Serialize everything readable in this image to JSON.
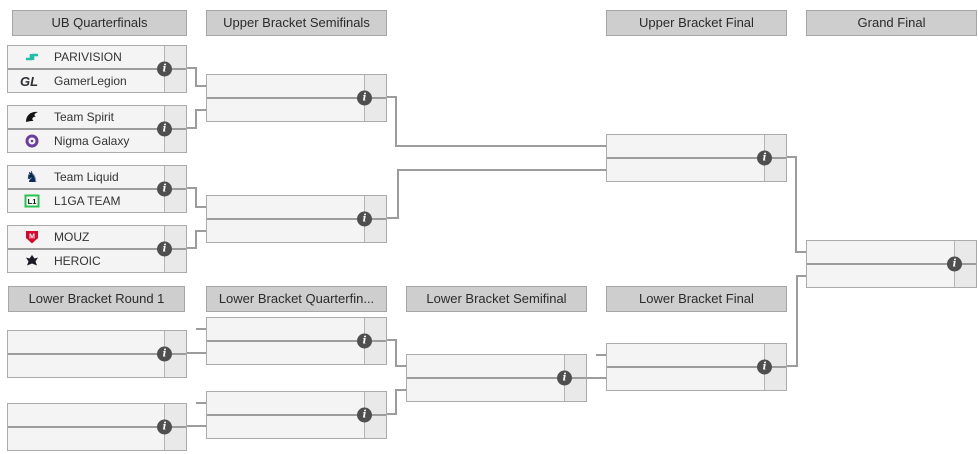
{
  "icons": {
    "info": "i"
  },
  "colors": {
    "header_bg": "#cecece",
    "match_bg": "#f4f4f4",
    "score_cell_bg": "#e9e9e9",
    "border": "#ababab",
    "connector": "#9c9c9c",
    "info_icon_bg": "#4f4f4f",
    "parivision": "#1fc0a7",
    "gamerlegion": "#2f2f35",
    "team_spirit": "#141414",
    "nigma_galaxy": "#6b3fa0",
    "team_liquid": "#0a2b57",
    "l1ga_team": "#29c24e",
    "mouz": "#d6082e",
    "heroic": "#1a1a24"
  },
  "headers": {
    "ub_quarterfinals": "UB Quarterfinals",
    "ub_semifinals": "Upper Bracket Semifinals",
    "ub_final": "Upper Bracket Final",
    "grand_final": "Grand Final",
    "lb_round1": "Lower Bracket Round 1",
    "lb_quarterfinals": "Lower Bracket Quarterfin...",
    "lb_semifinal": "Lower Bracket Semifinal",
    "lb_final": "Lower Bracket Final"
  },
  "matches": [
    {
      "top": {
        "name": "PARIVISION"
      },
      "bottom": {
        "name": "GamerLegion",
        "logo_text": "GL"
      }
    },
    {
      "top": {
        "name": "Team Spirit"
      },
      "bottom": {
        "name": "Nigma Galaxy"
      }
    },
    {
      "top": {
        "name": "Team Liquid",
        "logo_text": "♞"
      },
      "bottom": {
        "name": "L1GA TEAM",
        "logo_text": "L1"
      }
    },
    {
      "top": {
        "name": "MOUZ",
        "logo_text": "M"
      },
      "bottom": {
        "name": "HEROIC"
      }
    }
  ]
}
